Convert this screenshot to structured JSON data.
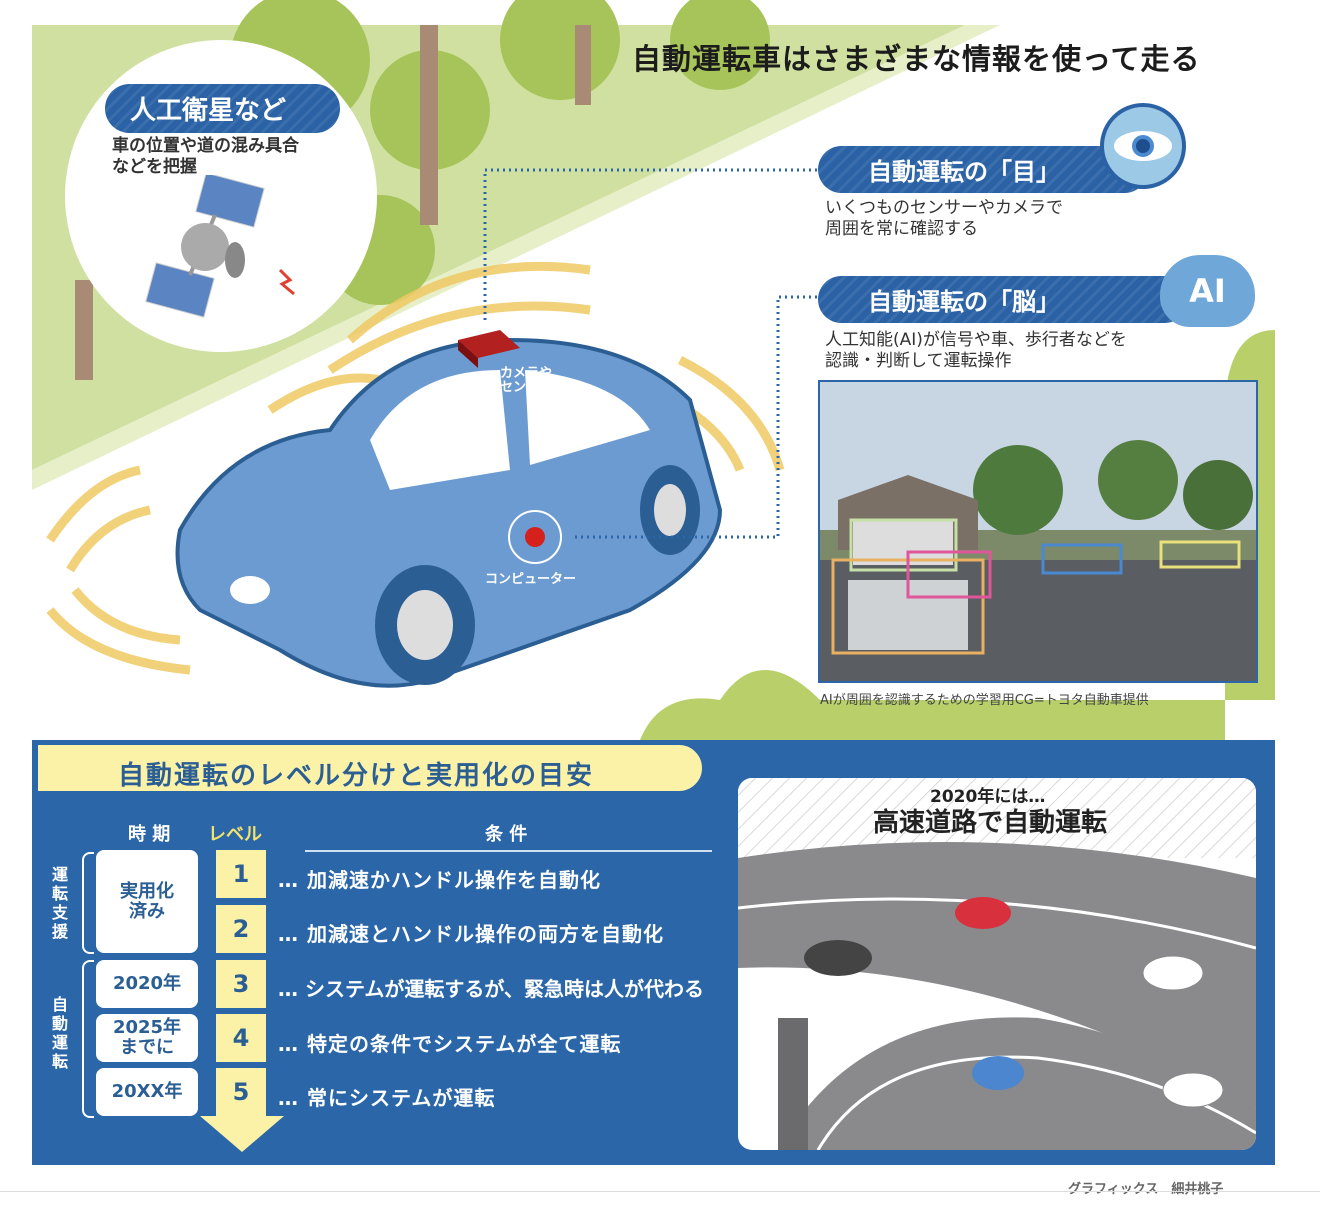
{
  "title": "自動運転車はさまざまな情報を使って走る",
  "satellite": {
    "label": "人工衛星など",
    "desc": [
      "車の位置や道の混み具合",
      "などを把握"
    ]
  },
  "car": {
    "sensor_label": [
      "カメラや",
      "センサー"
    ],
    "computer_label": "コンピューター"
  },
  "eye": {
    "label": "自動運転の「目」",
    "desc": [
      "いくつものセンサーやカメラで",
      "周囲を常に確認する"
    ]
  },
  "brain": {
    "label": "自動運転の「脳」",
    "badge": "AI",
    "desc": [
      "人工知能(AI)が信号や車、歩行者などを",
      "認識・判断して運転操作"
    ]
  },
  "photo_caption": "AIが周囲を認識するための学習用CG=トヨタ自動車提供",
  "levels": {
    "title": "自動運転のレベル分けと実用化の目安",
    "headers": {
      "period": "時 期",
      "level": "レベル",
      "condition": "条 件"
    },
    "groups": [
      "運転支援",
      "自動運転"
    ],
    "periods": [
      "実用化済み",
      "2020年",
      "2025年までに",
      "20XX年"
    ],
    "rows": [
      {
        "level": "1",
        "condition": "… 加減速かハンドル操作を自動化"
      },
      {
        "level": "2",
        "condition": "… 加減速とハンドル操作の両方を自動化"
      },
      {
        "level": "3",
        "condition": "… システムが運転するが、緊急時は人が代わる"
      },
      {
        "level": "4",
        "condition": "… 特定の条件でシステムが全て運転"
      },
      {
        "level": "5",
        "condition": "… 常にシステムが運転"
      }
    ]
  },
  "highway": {
    "subtitle": "2020年には…",
    "title": "高速道路で自動運転"
  },
  "credit": "グラフィックス　細井桃子",
  "colors": {
    "blue": "#2b66a9",
    "yellow": "#fbf2a8",
    "green": "#c9dc8f"
  }
}
